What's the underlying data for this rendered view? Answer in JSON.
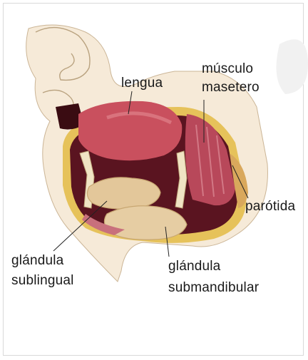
{
  "labels": {
    "lengua": "lengua",
    "musculo_line1": "músculo",
    "musculo_line2": "masetero",
    "parotida": "parótida",
    "sublingual_line1": "glándula",
    "sublingual_line2": "sublingual",
    "submandibular_line1": "glándula",
    "submandibular_line2": "submandibular"
  },
  "colors": {
    "skin": "#f6ead8",
    "skin_shadow": "#d8c3a6",
    "cavity_dark": "#5a1420",
    "tongue": "#c9505e",
    "muscle": "#b8485a",
    "fat_yellow": "#e6c25a",
    "gland": "#e3c79a"
  }
}
